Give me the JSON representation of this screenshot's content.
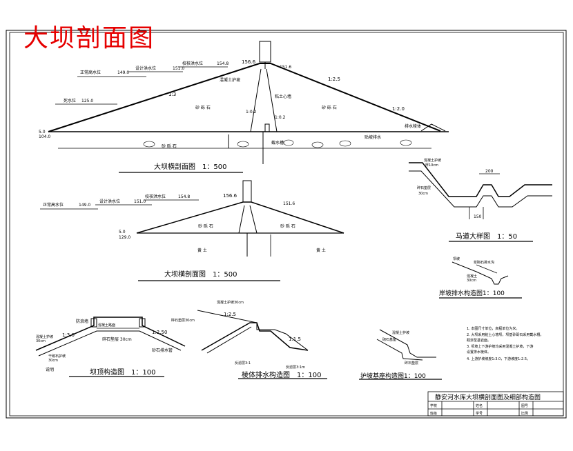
{
  "overlay_title": "大坝剖面图",
  "sheet_title": "静安河水库大坝横剖面图及细部构造图",
  "section_1": {
    "caption": "大坝横剖面图　1：500",
    "crest_elev": "156.6",
    "normal_level_label": "正常高水位",
    "normal_level": "149.0",
    "design_flood_label": "设计洪水位",
    "design_flood": "151.0",
    "check_flood_label": "校核洪水位",
    "check_flood": "154.8",
    "dead_level_label": "死水位",
    "dead_level": "125.0",
    "right_elev": "151.6",
    "slope_up": "1:3",
    "slope_down": "1:2.5",
    "slope_down2": "1:2.0",
    "slope_core_l": "1:0.2",
    "slope_core_r": "1:0.2",
    "toe_elev_top": "5.0",
    "toe_elev": "104.0",
    "fill_label_l": "砂 砾 石",
    "fill_label_r": "砂 砾 石",
    "foundation_label": "砂 砾 石",
    "note_protect": "混凝土护坡",
    "note_core": "粘土心墙",
    "note_cutoff": "截水槽",
    "note_drain": "排水棱体",
    "note_drain2": "贴坡排水"
  },
  "section_2": {
    "caption": "大坝横剖面图　1：500",
    "crest_elev": "156.6",
    "right_elev": "151.6",
    "normal_level_label": "正常高水位",
    "normal_level": "149.0",
    "design_flood_label": "设计洪水位",
    "design_flood": "151.0",
    "check_flood_label": "校核洪水位",
    "check_flood": "154.8",
    "left_elev_1": "5.0",
    "left_elev_2": "129.0",
    "fill_label_l": "砂 砾 石",
    "fill_label_r": "砂 砾 石",
    "soil_l": "黄 土",
    "soil_r": "黄 土"
  },
  "detail_horse": {
    "caption": "马道大样图　1：50",
    "dim_top": "200",
    "dim_bottom": "150",
    "note_1": "混凝土护坡",
    "note_1b": "厚10cm",
    "note_2": "碎石垫层",
    "note_2b": "30cm"
  },
  "detail_bank": {
    "caption": "岸坡排水构造图1：100",
    "note_1": "坝坡",
    "note_2": "浆砌石排水沟",
    "note_3": "混凝土",
    "note_4": "30cm"
  },
  "detail_crest": {
    "caption": "坝顶构造图　1：100",
    "slope_l": "1:3.0",
    "slope_r": "1:2.50",
    "note_wall": "防浪墙",
    "note_road": "混凝土路面",
    "note_layer": "碎石垫层 30cm",
    "note_pipe": "砂石排水管",
    "note_rock": "干砌石护坡",
    "note_rock2": "30cm",
    "note_left": "混凝土护坡",
    "note_left2": "30cm",
    "note_bottom": "说明"
  },
  "detail_prism": {
    "caption": "棱体排水构造图　1：100",
    "slope": "1:2.5",
    "slope2": "1:1.5",
    "note_1": "混凝土护坡30cm",
    "note_2": "碎石垫层30cm",
    "note_3": "反滤层3:1",
    "note_4": "反滤层3:1m"
  },
  "detail_toe": {
    "caption": "护坡基座构造图1：100",
    "note_1": "混凝土护坡",
    "note_2": "砌石基座",
    "note_3": "碎石垫层"
  },
  "notes": [
    "1. 本图尺寸单位，高程单位为米。",
    "2. 大坝采用粘土心墙坝，坝基砂砾石采用截水槽。",
    "   截渗至基岩面。",
    "3. 坝坡上下游护坡均采用混凝土护坡，下游",
    "   设置排水棱体。",
    "4. 上游护坡坡度1:3.0，下游坡度1:2.5。"
  ],
  "title_block": {
    "r1c1": "学校",
    "r1c2": "姓名",
    "r1c3": "图号",
    "r2c1": "班级",
    "r2c2": "学号",
    "r2c3": "比例"
  },
  "colors": {
    "ink": "#000000",
    "title_red": "#e60000"
  }
}
